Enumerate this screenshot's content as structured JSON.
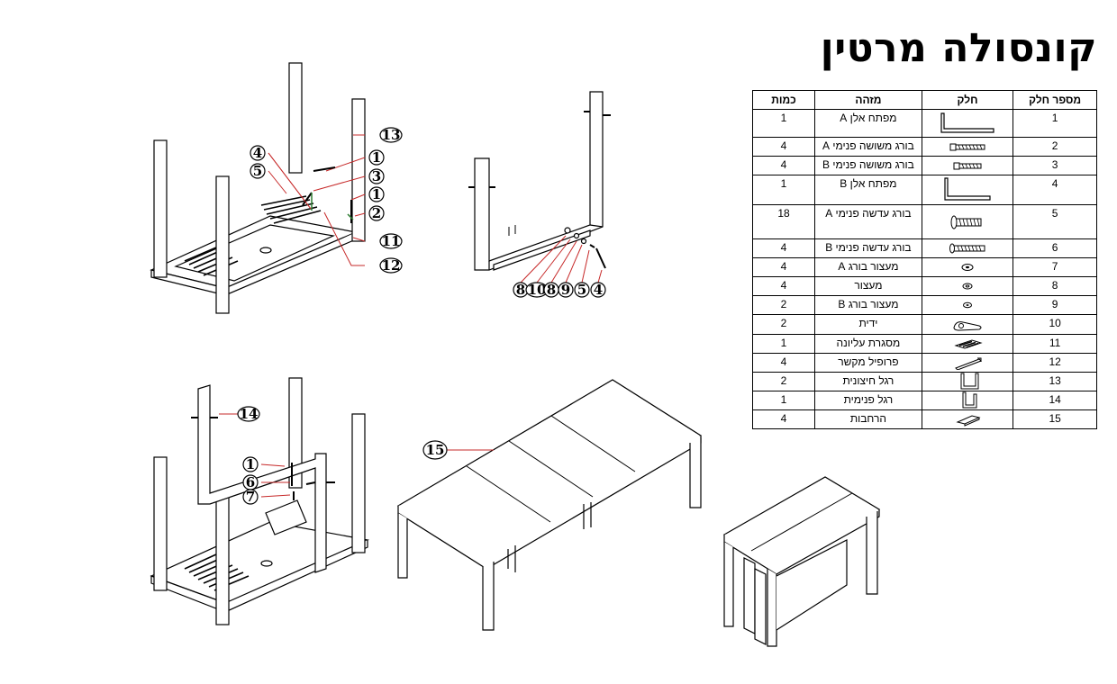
{
  "title": "קונסולה מרטין",
  "table": {
    "headers": {
      "part_no": "מספר חלק",
      "part": "חלק",
      "id": "מזהה",
      "qty": "כמות"
    },
    "rows": [
      {
        "no": "1",
        "name": "מפתח אלן A",
        "qty": "1",
        "icon": "allen-key-icon"
      },
      {
        "no": "2",
        "name": "בורג משושה פנימי A",
        "qty": "4",
        "icon": "hex-screw-icon"
      },
      {
        "no": "3",
        "name": "בורג משושה פנימי B",
        "qty": "4",
        "icon": "hex-screw-short-icon"
      },
      {
        "no": "4",
        "name": "מפתח אלן B",
        "qty": "1",
        "icon": "allen-key-icon"
      },
      {
        "no": "5",
        "name": "בורג עדשה פנימי A",
        "qty": "18",
        "icon": "lens-screw-icon"
      },
      {
        "no": "6",
        "name": "בורג עדשה פנימי B",
        "qty": "4",
        "icon": "lens-screw-icon"
      },
      {
        "no": "7",
        "name": "מעצור בורג A",
        "qty": "4",
        "icon": "washer-icon"
      },
      {
        "no": "8",
        "name": "מעצור",
        "qty": "4",
        "icon": "washer-icon"
      },
      {
        "no": "9",
        "name": "מעצור בורג B",
        "qty": "2",
        "icon": "washer-icon"
      },
      {
        "no": "10",
        "name": "ידית",
        "qty": "2",
        "icon": "handle-icon"
      },
      {
        "no": "11",
        "name": "מסגרת עליונה",
        "qty": "1",
        "icon": "top-frame-icon"
      },
      {
        "no": "12",
        "name": "פרופיל מקשר",
        "qty": "4",
        "icon": "profile-icon"
      },
      {
        "no": "13",
        "name": "רגל חיצונית",
        "qty": "2",
        "icon": "outer-leg-icon"
      },
      {
        "no": "14",
        "name": "רגל פנימית",
        "qty": "1",
        "icon": "inner-leg-icon"
      },
      {
        "no": "15",
        "name": "הרחבות",
        "qty": "4",
        "icon": "extension-board-icon"
      }
    ]
  },
  "callouts": {
    "fig1": [
      "4",
      "5",
      "1",
      "3",
      "1",
      "2",
      "11",
      "12",
      "13"
    ],
    "fig2": [
      "8",
      "10",
      "8",
      "9",
      "5",
      "4"
    ],
    "fig3": [
      "14",
      "1",
      "6",
      "7"
    ],
    "fig4": [
      "15"
    ]
  }
}
